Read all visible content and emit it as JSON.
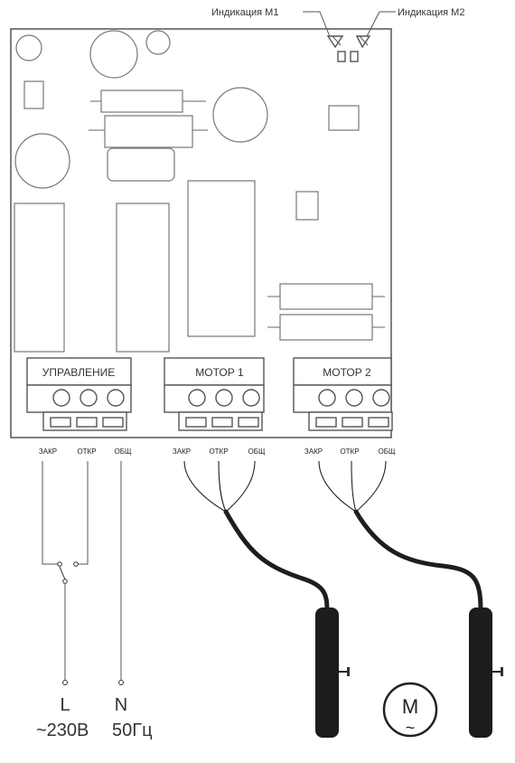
{
  "indicators": {
    "m1": "Индикация М1",
    "m2": "Индикация М2"
  },
  "terminal_blocks": {
    "control": "УПРАВЛЕНИЕ",
    "motor1": "МОТОР 1",
    "motor2": "МОТОР 2"
  },
  "terminals": {
    "control": [
      "ЗАКР",
      "ОТКР",
      "ОБЩ"
    ],
    "motor1": [
      "ЗАКР",
      "ОТКР",
      "ОБЩ"
    ],
    "motor2": [
      "ЗАКР",
      "ОТКР",
      "ОБЩ"
    ]
  },
  "power": {
    "line": "L",
    "neutral": "N",
    "voltage": "~230В",
    "frequency": "50Гц"
  },
  "motor_symbol": {
    "letter": "M",
    "tilde": "~"
  }
}
